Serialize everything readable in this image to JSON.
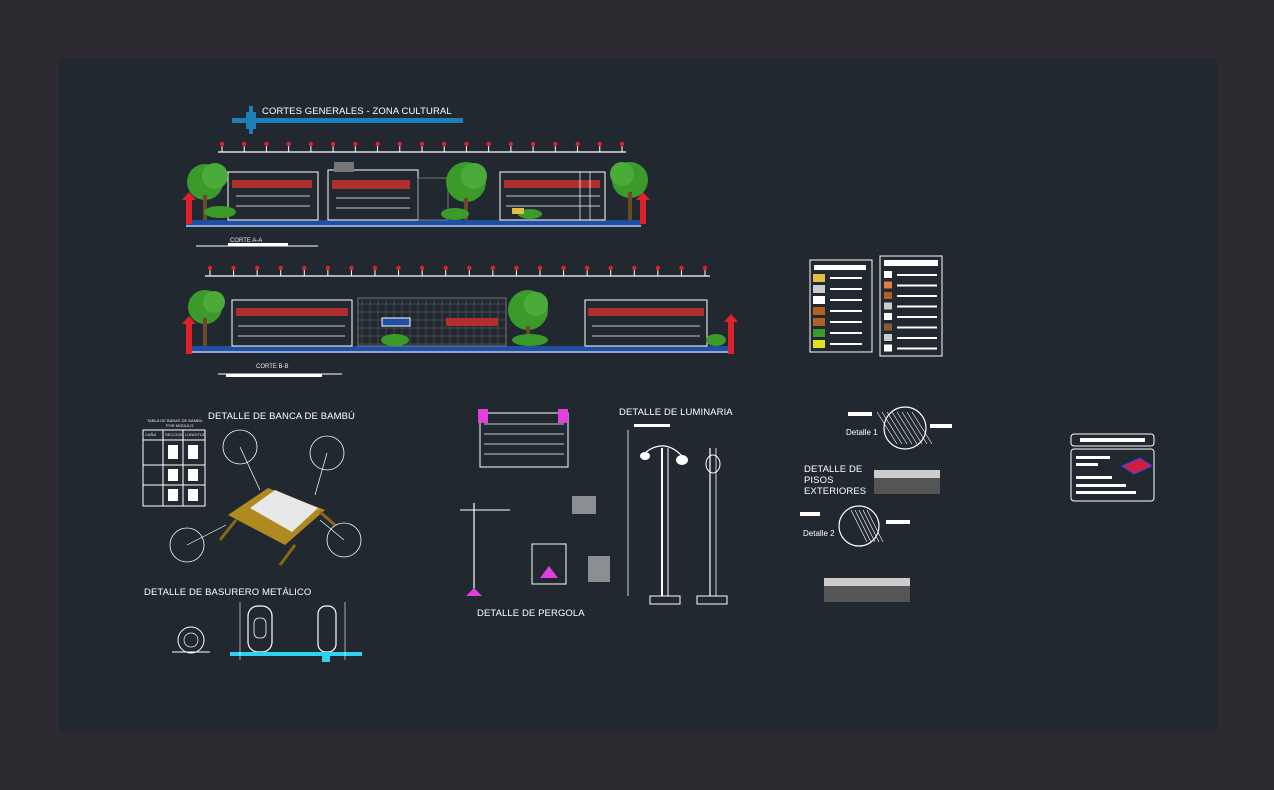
{
  "colors": {
    "outer_background": "#2e2a32",
    "sheet_background": "#212830",
    "line_white": "#ffffff",
    "accent_blue": "#1e7fb8",
    "accent_red": "#e0202a",
    "tree_green": "#3a9a2a",
    "accent_magenta": "#e040e0",
    "accent_cyan": "#30d0f0"
  },
  "titles": {
    "cortes_generales": "CORTES GENERALES - ZONA CULTURAL",
    "corte_aa": "CORTE A-A",
    "corte_bb": "CORTE B-B",
    "banca_bambu": "DETALLE DE BANCA DE BAMBÚ",
    "basurero": "DETALLE DE BASURERO METÁLICO",
    "pergola": "DETALLE DE PERGOLA",
    "luminaria": "DETALLE DE LUMINARIA",
    "pisos_line1": "DETALLE DE",
    "pisos_line2": "PISOS",
    "pisos_line3": "EXTERIORES",
    "detalle1": "Detalle 1",
    "detalle2": "Detalle 2"
  },
  "bamboo_table": {
    "title_line1": "TABLA DE BARAS DE BAMBU",
    "title_line2": "POR MODULO",
    "headers": [
      "CAÑA",
      "SECCION",
      "LONGITUD"
    ]
  },
  "icons": [
    "section-elevation-drawing",
    "tree-icon",
    "lamp-post-icon",
    "legend-table",
    "title-block-icon"
  ]
}
